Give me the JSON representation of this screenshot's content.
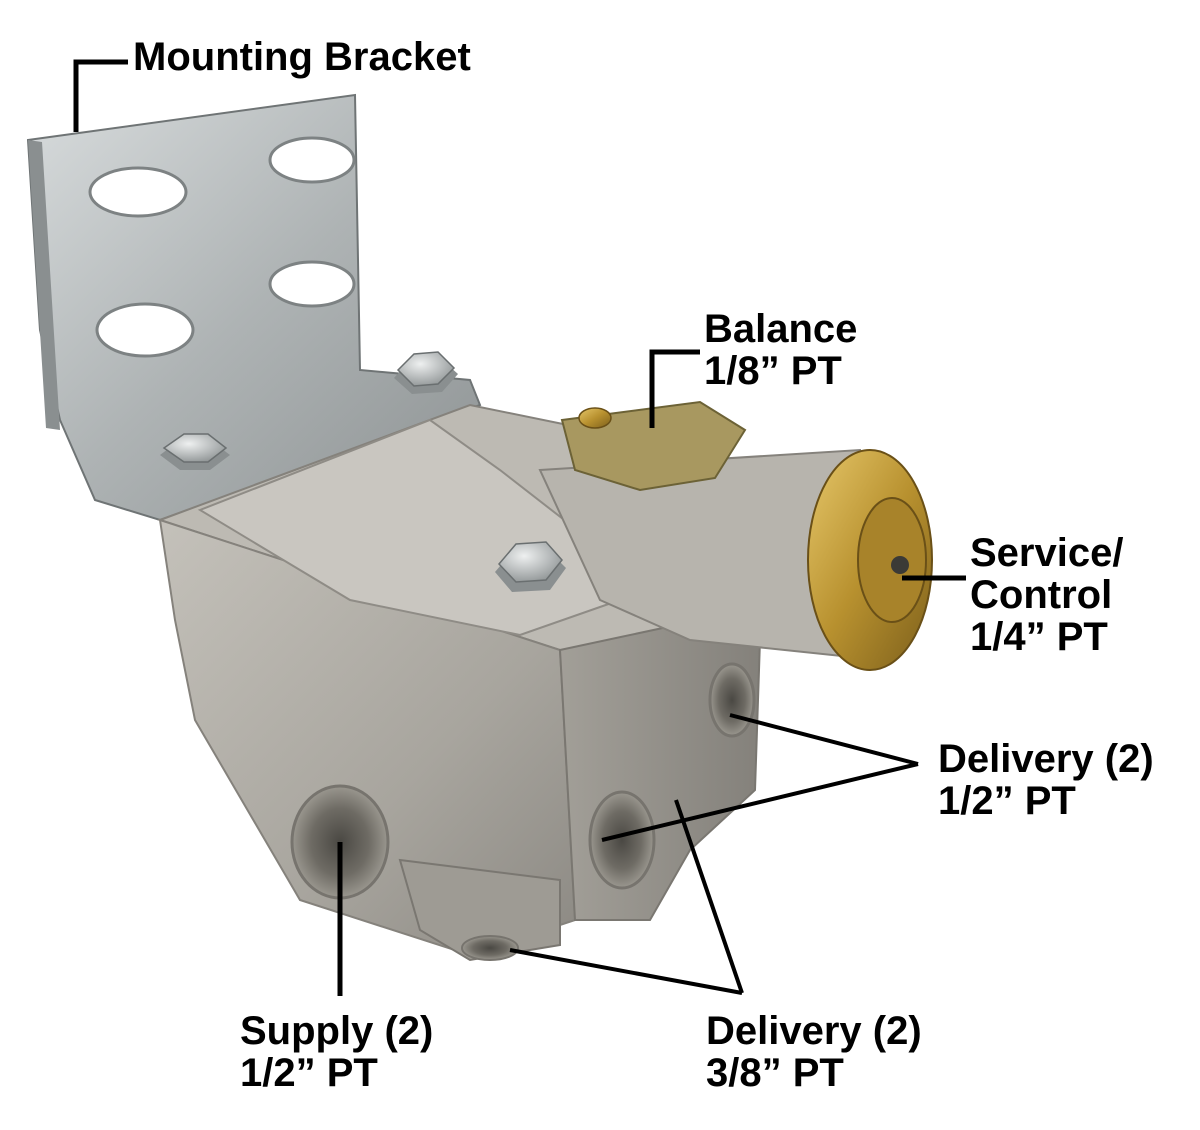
{
  "labels": {
    "mounting_bracket": "Mounting Bracket",
    "balance": {
      "name": "Balance",
      "size": "1/8” PT"
    },
    "service_control": {
      "line1": "Service/",
      "line2": "Control",
      "size": "1/4” PT"
    },
    "delivery_half": {
      "name": "Delivery (2)",
      "size": "1/2” PT"
    },
    "supply": {
      "name": "Supply (2)",
      "size": "1/2” PT"
    },
    "delivery_three_eighths": {
      "name": "Delivery (2)",
      "size": "3/8” PT"
    }
  },
  "colors": {
    "background": "#ffffff",
    "text": "#000000",
    "leader_line": "#000000",
    "valve_body": "#a9a69f",
    "bracket_steel": "#b8bcbd",
    "brass_fitting": "#b8912f"
  },
  "icons": {
    "product": "relay-valve-photo"
  }
}
